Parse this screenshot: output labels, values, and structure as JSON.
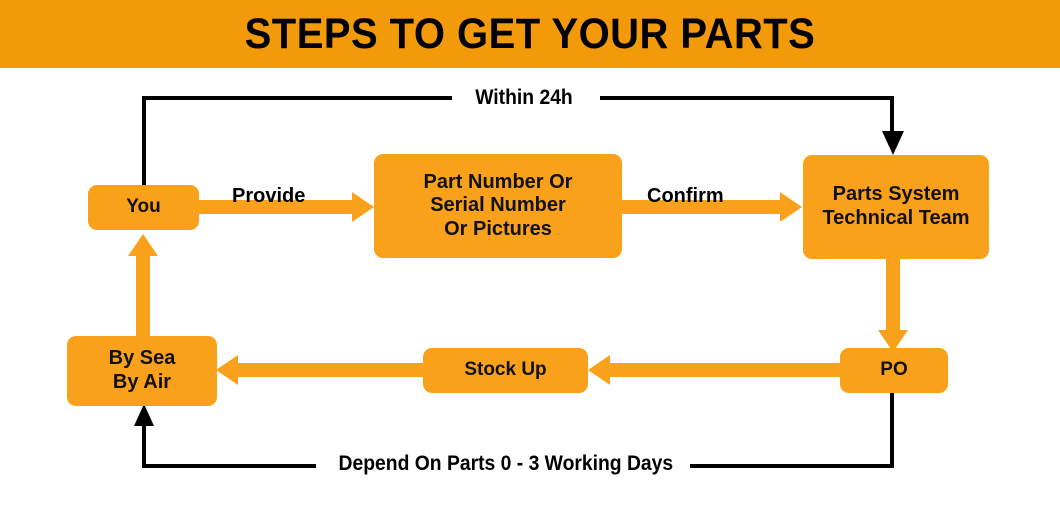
{
  "header": {
    "title": "STEPS TO GET YOUR PARTS",
    "background_color": "#F29A0A",
    "text_color": "#000000"
  },
  "theme": {
    "node_fill": "#F9A11B",
    "node_text": "#111111",
    "orange_connector": "#F9A11B",
    "black_connector": "#000000",
    "page_background": "#FFFFFF"
  },
  "diagram_data": {
    "type": "flowchart",
    "title": "STEPS TO GET YOUR PARTS",
    "nodes": [
      {
        "id": "you",
        "label": "You",
        "lines": [
          "You"
        ]
      },
      {
        "id": "partnumber",
        "label": "Part Number Or Serial Number Or Pictures",
        "lines": [
          "Part Number Or",
          "Serial Number",
          "Or Pictures"
        ]
      },
      {
        "id": "team",
        "label": "Parts System Technical Team",
        "lines": [
          "Parts System",
          "Technical Team"
        ]
      },
      {
        "id": "po",
        "label": "PO",
        "lines": [
          "PO"
        ]
      },
      {
        "id": "stock",
        "label": "Stock Up",
        "lines": [
          "Stock Up"
        ]
      },
      {
        "id": "sea",
        "label": "By Sea By Air",
        "lines": [
          "By Sea",
          "By Air"
        ]
      }
    ],
    "edges": [
      {
        "from": "you",
        "to": "partnumber",
        "label": "Provide",
        "style": "orange",
        "direction": "right"
      },
      {
        "from": "partnumber",
        "to": "team",
        "label": "Confirm",
        "style": "orange",
        "direction": "right"
      },
      {
        "from": "team",
        "to": "po",
        "label": "",
        "style": "orange",
        "direction": "down"
      },
      {
        "from": "po",
        "to": "stock",
        "label": "",
        "style": "orange",
        "direction": "left"
      },
      {
        "from": "stock",
        "to": "sea",
        "label": "",
        "style": "orange",
        "direction": "left"
      },
      {
        "from": "sea",
        "to": "you",
        "label": "",
        "style": "orange",
        "direction": "up"
      },
      {
        "from": "you",
        "to": "team",
        "label": "Within 24h",
        "style": "black",
        "direction": "top-feedback"
      },
      {
        "from": "po",
        "to": "sea",
        "label": "Depend On Parts  0 - 3  Working Days",
        "style": "black",
        "direction": "bottom-feedback"
      }
    ]
  },
  "nodes": {
    "you": {
      "line1": "You"
    },
    "partnumber": {
      "line1": "Part Number Or",
      "line2": "Serial Number",
      "line3": "Or Pictures"
    },
    "team": {
      "line1": "Parts System",
      "line2": "Technical Team"
    },
    "po": {
      "line1": "PO"
    },
    "stock": {
      "line1": "Stock Up"
    },
    "sea": {
      "line1": "By Sea",
      "line2": "By Air"
    }
  },
  "labels": {
    "provide": "Provide",
    "confirm": "Confirm",
    "within24h": "Within 24h",
    "depend": "Depend On Parts  0 - 3  Working Days"
  }
}
